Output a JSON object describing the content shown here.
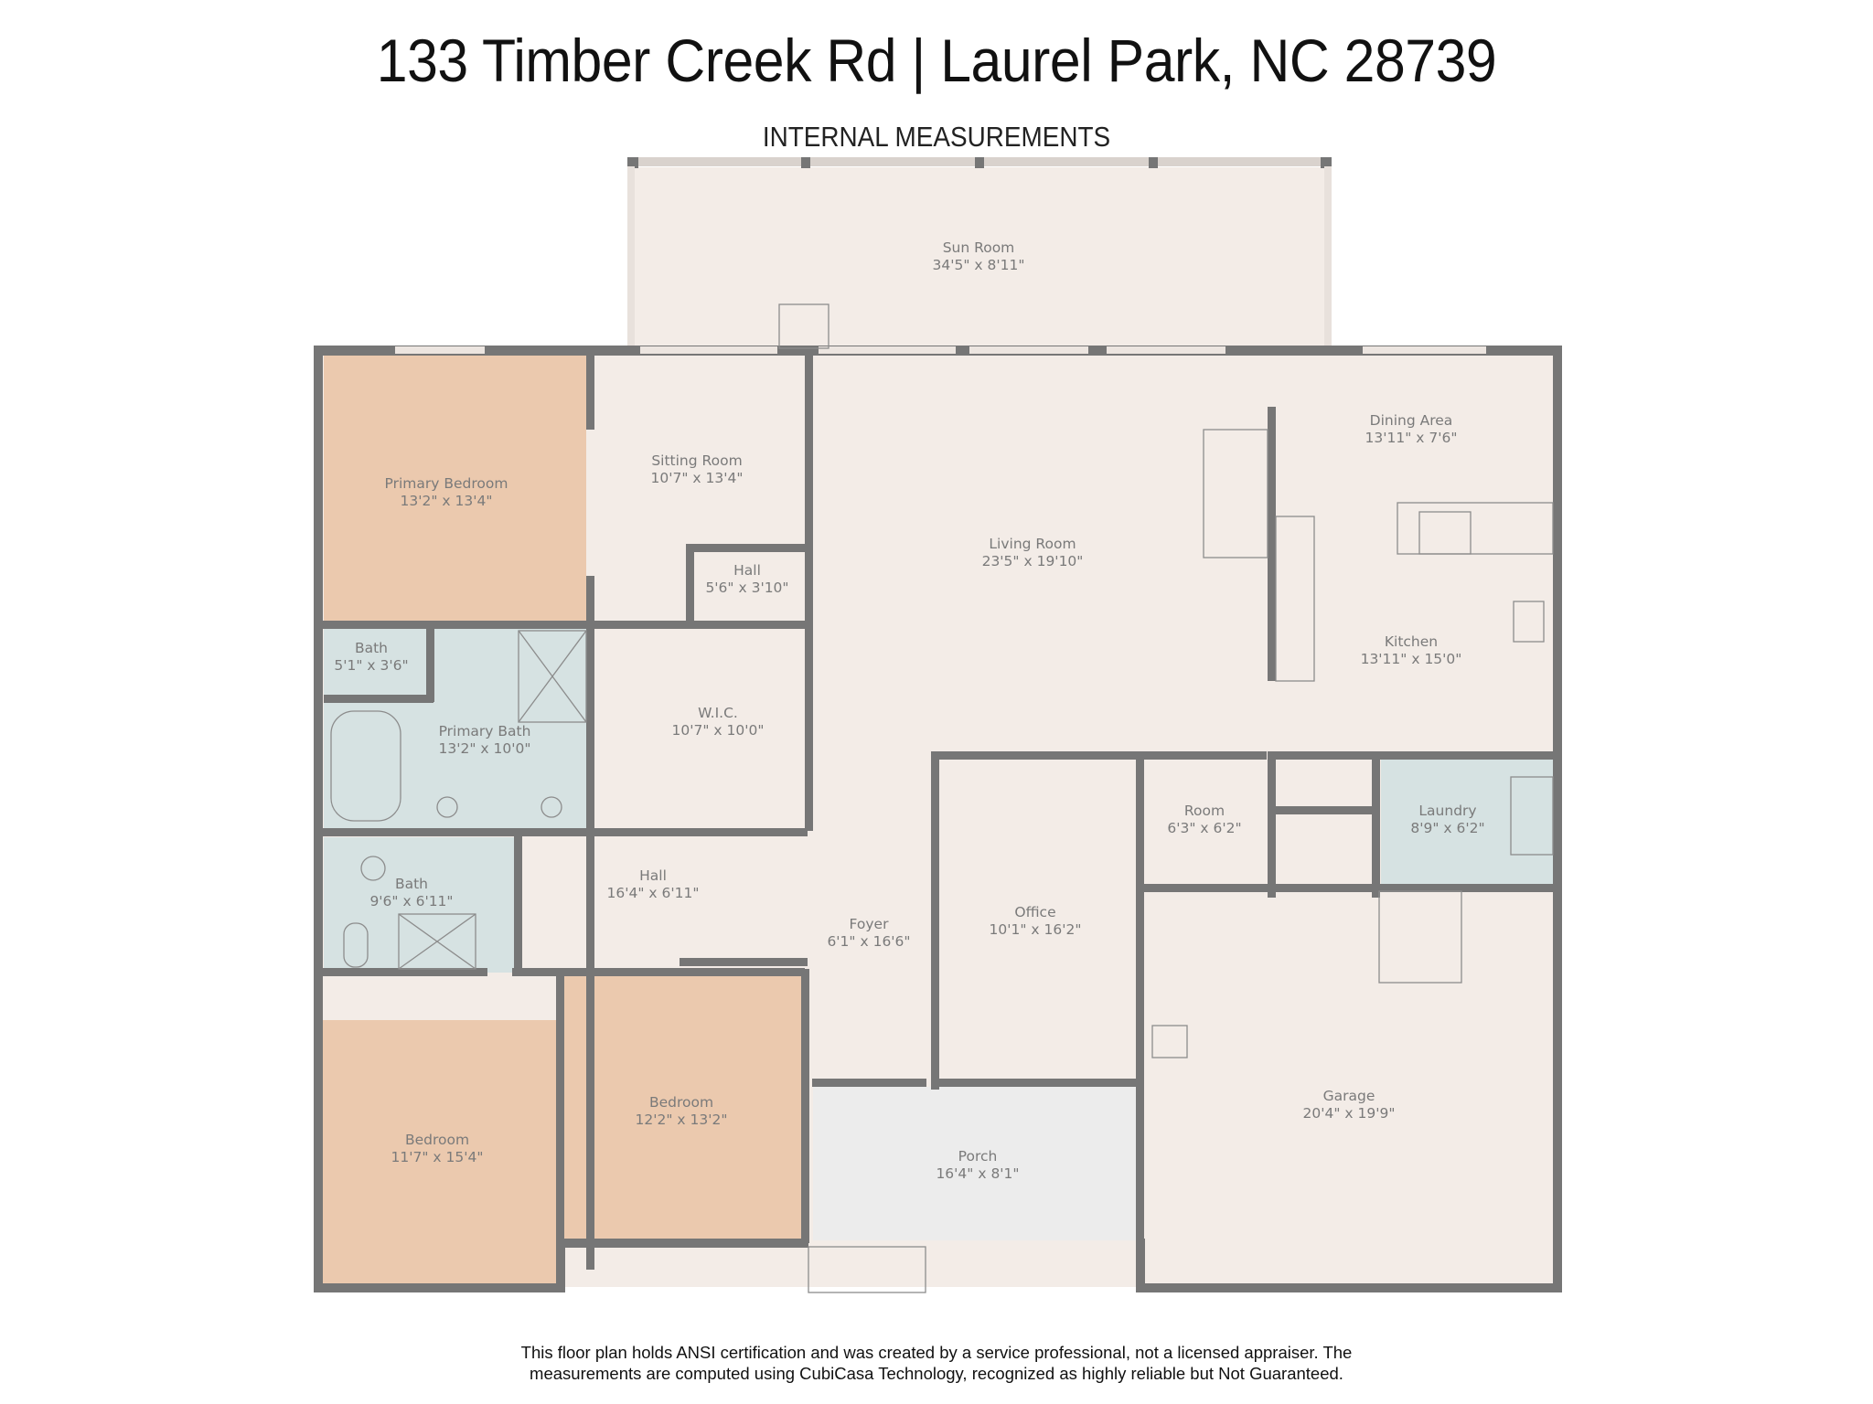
{
  "header": {
    "title": "133 Timber Creek Rd | Laurel Park, NC 28739",
    "subtitle": "INTERNAL MEASUREMENTS"
  },
  "colors": {
    "wall": "#767676",
    "floor_default": "#f3ece7",
    "floor_bedroom": "#ebc9ae",
    "floor_bath": "#d6e2e2",
    "floor_porch": "#ececec"
  },
  "rooms": {
    "sun_room": {
      "name": "Sun Room",
      "size": "34'5\" x 8'11\""
    },
    "primary_bedroom": {
      "name": "Primary Bedroom",
      "size": "13'2\" x 13'4\""
    },
    "sitting_room": {
      "name": "Sitting Room",
      "size": "10'7\" x 13'4\""
    },
    "hall_small": {
      "name": "Hall",
      "size": "5'6\" x 3'10\""
    },
    "living_room": {
      "name": "Living Room",
      "size": "23'5\" x 19'10\""
    },
    "dining_area": {
      "name": "Dining Area",
      "size": "13'11\" x 7'6\""
    },
    "kitchen": {
      "name": "Kitchen",
      "size": "13'11\" x 15'0\""
    },
    "bath_small": {
      "name": "Bath",
      "size": "5'1\" x 3'6\""
    },
    "primary_bath": {
      "name": "Primary Bath",
      "size": "13'2\" x 10'0\""
    },
    "wic": {
      "name": "W.I.C.",
      "size": "10'7\" x 10'0\""
    },
    "room": {
      "name": "Room",
      "size": "6'3\" x 6'2\""
    },
    "laundry": {
      "name": "Laundry",
      "size": "8'9\" x 6'2\""
    },
    "bath": {
      "name": "Bath",
      "size": "9'6\" x 6'11\""
    },
    "hall": {
      "name": "Hall",
      "size": "16'4\" x 6'11\""
    },
    "foyer": {
      "name": "Foyer",
      "size": "6'1\" x 16'6\""
    },
    "office": {
      "name": "Office",
      "size": "10'1\" x 16'2\""
    },
    "garage": {
      "name": "Garage",
      "size": "20'4\" x 19'9\""
    },
    "bedroom_left": {
      "name": "Bedroom",
      "size": "11'7\" x 15'4\""
    },
    "bedroom_mid": {
      "name": "Bedroom",
      "size": "12'2\" x 13'2\""
    },
    "porch": {
      "name": "Porch",
      "size": "16'4\" x 8'1\""
    }
  },
  "footer": {
    "line1": "This floor plan holds ANSI certification and was created by a service professional, not a licensed appraiser. The",
    "line2": "measurements are computed using CubiCasa Technology, recognized as highly reliable but Not Guaranteed."
  }
}
